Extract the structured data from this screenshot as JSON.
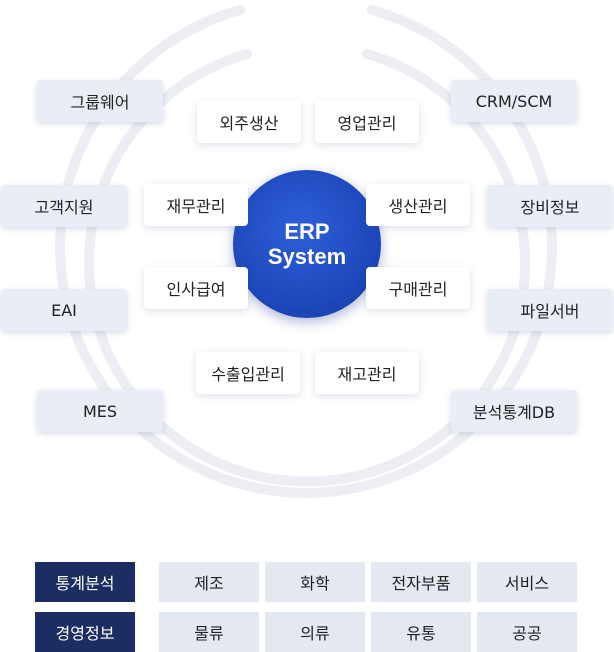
{
  "center": {
    "line1": "ERP",
    "line2": "System"
  },
  "inner_modules": {
    "outsourcing": "외주생산",
    "sales": "영업관리",
    "finance": "재무관리",
    "production": "생산관리",
    "payroll": "인사급여",
    "purchasing": "구매관리",
    "import_export": "수출입관리",
    "inventory": "재고관리"
  },
  "outer_systems": {
    "groupware": "그룹웨어",
    "crm_scm": "CRM/SCM",
    "customer_support": "고객지원",
    "equipment": "장비정보",
    "eai": "EAI",
    "file_server": "파일서버",
    "mes": "MES",
    "analytics_db": "분석통계DB"
  },
  "industry_table": {
    "rows": [
      {
        "header": "통계분석",
        "cells": [
          "제조",
          "화학",
          "전자부품",
          "서비스"
        ]
      },
      {
        "header": "경영정보",
        "cells": [
          "물류",
          "의류",
          "유통",
          "공공"
        ]
      }
    ]
  },
  "colors": {
    "center_blue": "#1e49bd",
    "header_navy": "#1b2d63",
    "outer_box": "#e9eef6",
    "table_cell": "#e3e8f1",
    "ring": "#eceef3"
  }
}
